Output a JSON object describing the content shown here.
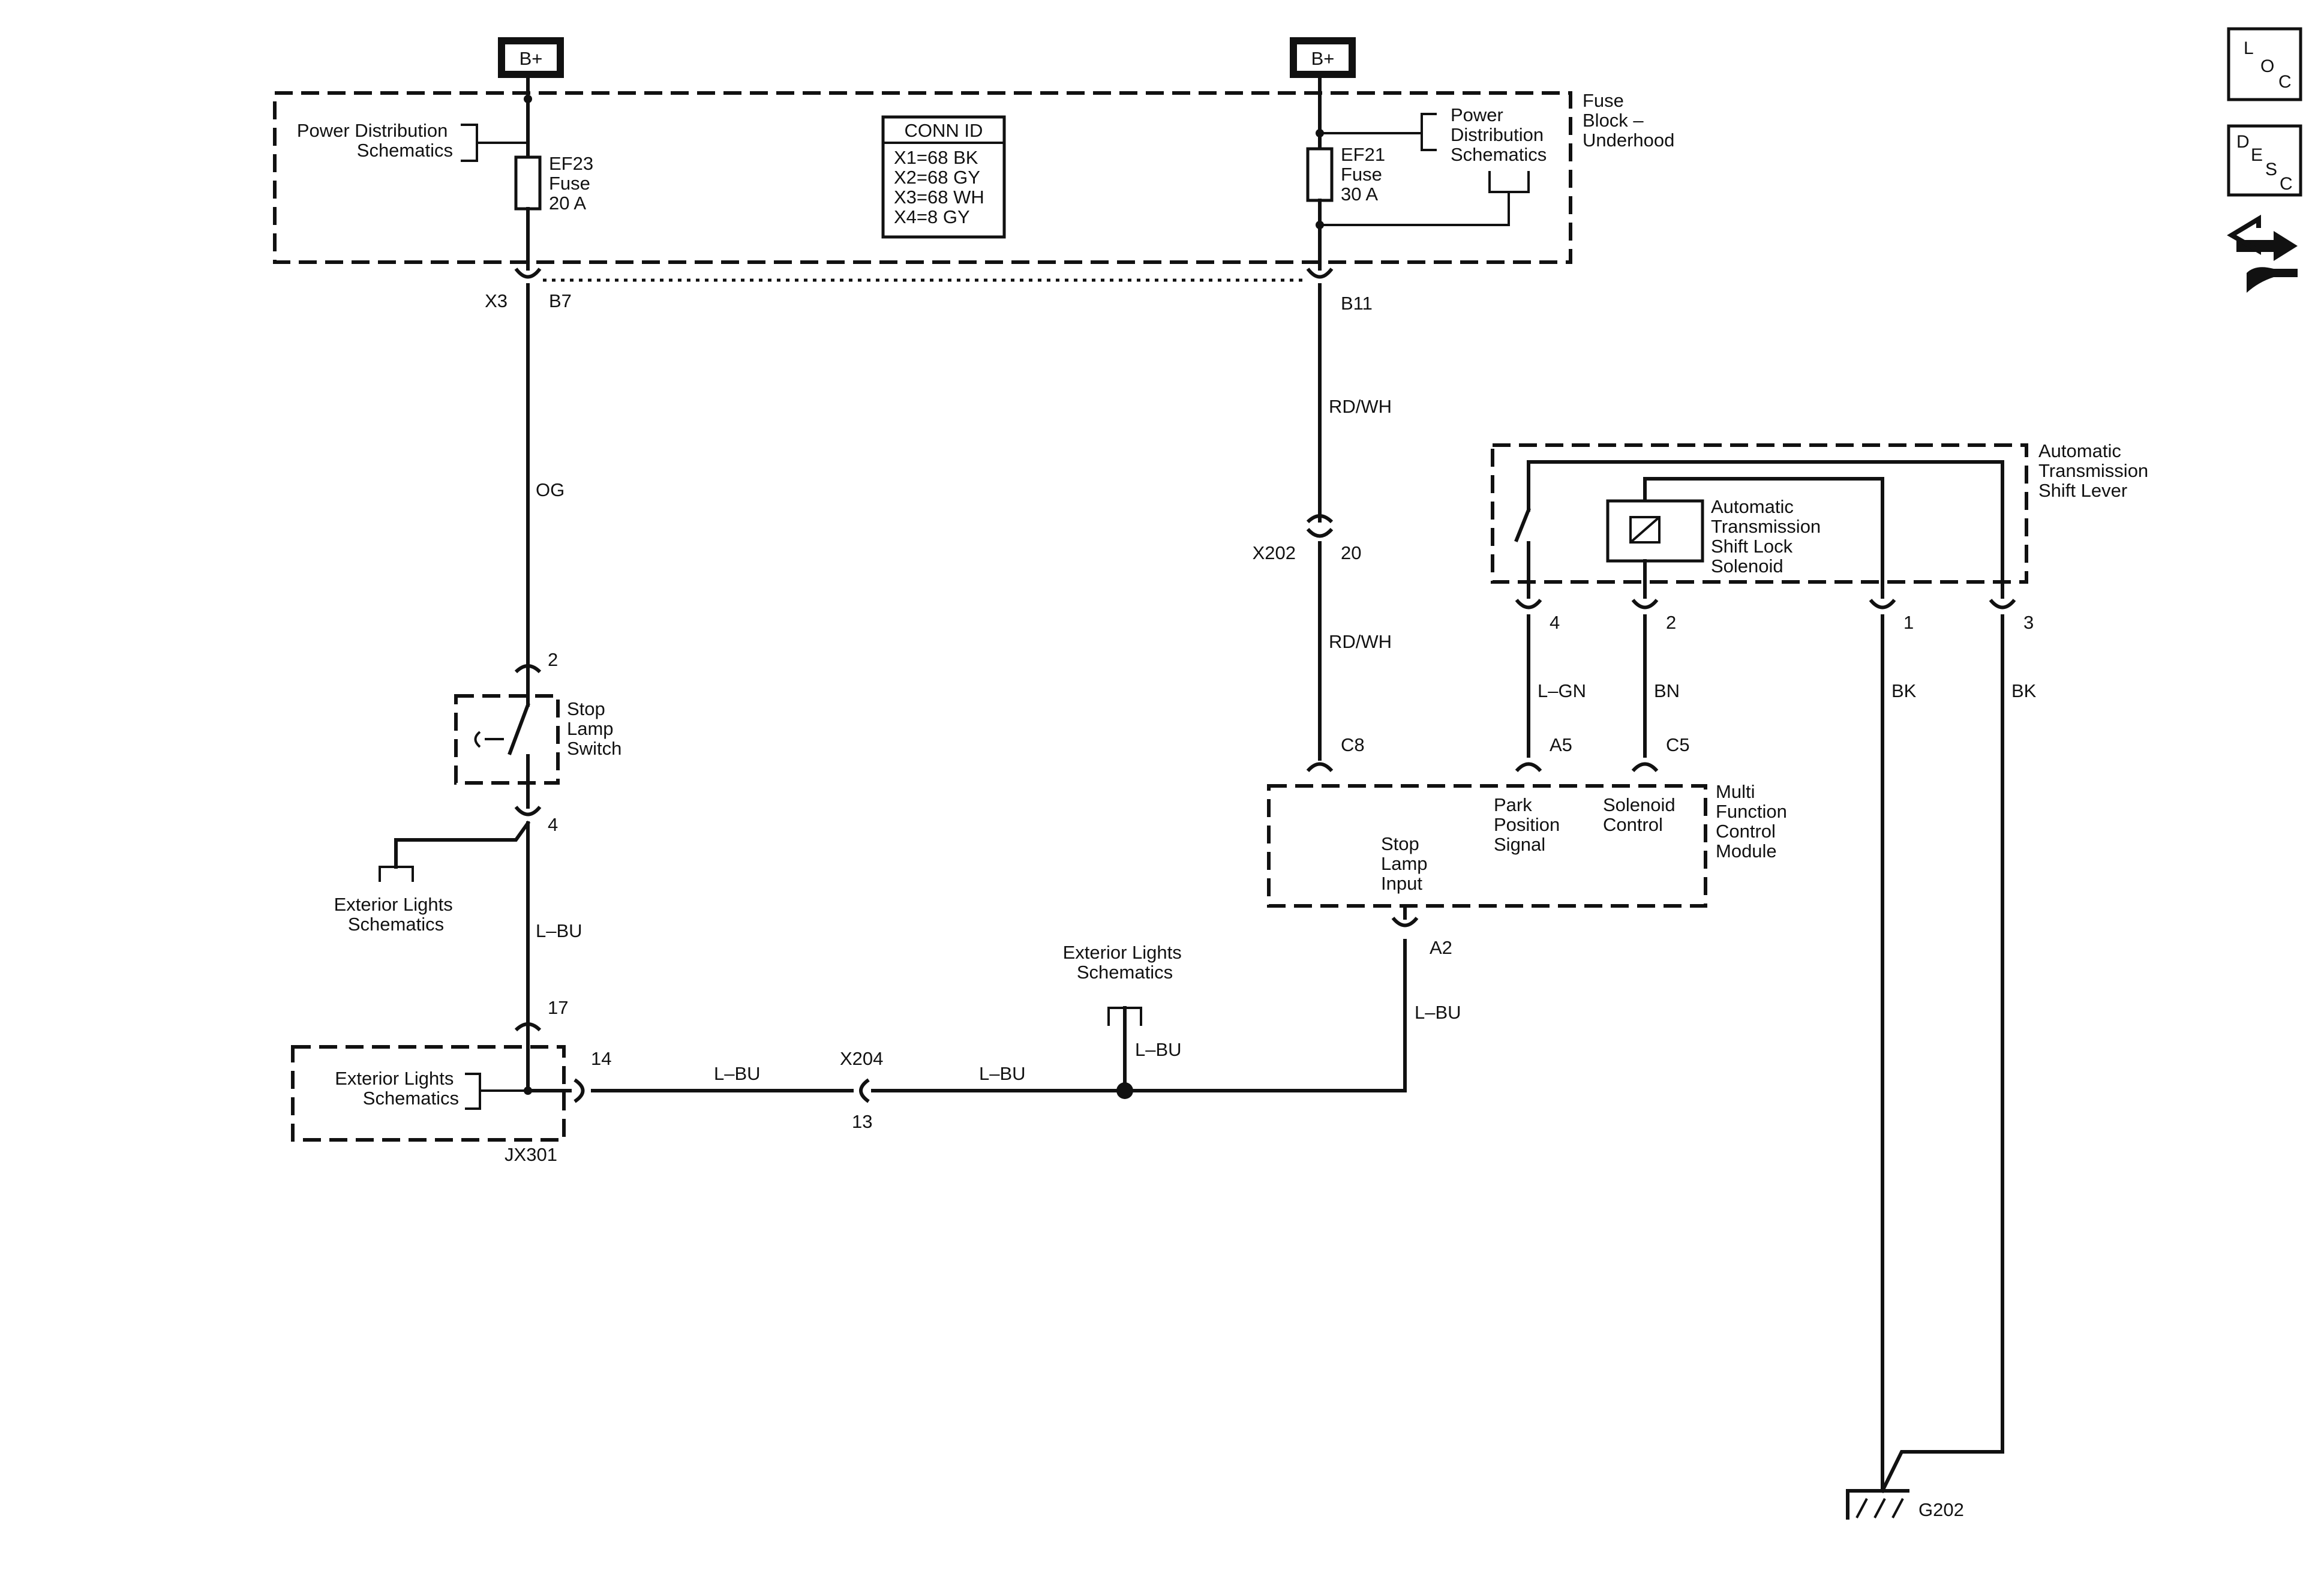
{
  "bplus": [
    "B+",
    "B+"
  ],
  "fuse_block": {
    "title": [
      "Fuse",
      "Block –",
      "Underhood"
    ],
    "left_ref": [
      "Power Distribution",
      "Schematics"
    ],
    "right_ref": [
      "Power",
      "Distribution",
      "Schematics"
    ],
    "fuse_left": [
      "EF23",
      "Fuse",
      "20 A"
    ],
    "fuse_right": [
      "EF21",
      "Fuse",
      "30 A"
    ],
    "conn_id": {
      "title": "CONN ID",
      "lines": [
        "X1=68 BK",
        "X2=68 GY",
        "X3=68 WH",
        "X4=8 GY"
      ]
    }
  },
  "pins": {
    "x3": "X3",
    "b7": "B7",
    "b11": "B11",
    "x202": "X202",
    "p20": "20",
    "p2": "2",
    "p4": "4",
    "p17": "17",
    "p14": "14",
    "jx301": "JX301",
    "x204": "X204",
    "p13": "13",
    "c8": "C8",
    "a5": "A5",
    "c5": "C5",
    "a2": "A2",
    "sl4": "4",
    "sl2": "2",
    "sl1": "1",
    "sl3": "3",
    "g202": "G202"
  },
  "wires": {
    "og": "OG",
    "rdwh1": "RD/WH",
    "rdwh2": "RD/WH",
    "lbu1": "L–BU",
    "lbu2": "L–BU",
    "lbu3": "L–BU",
    "lbu4": "L–BU",
    "lbu5": "L–BU",
    "lgn": "L–GN",
    "bn": "BN",
    "bk1": "BK",
    "bk2": "BK"
  },
  "stop_switch": [
    "Stop",
    "Lamp",
    "Switch"
  ],
  "ext_lights_1": [
    "Exterior Lights",
    "Schematics"
  ],
  "ext_lights_2": [
    "Exterior Lights",
    "Schematics"
  ],
  "ext_lights_3": [
    "Exterior Lights",
    "Schematics"
  ],
  "mfcm": {
    "title": [
      "Multi",
      "Function",
      "Control",
      "Module"
    ],
    "stop_input": [
      "Stop",
      "Lamp",
      "Input"
    ],
    "park_signal": [
      "Park",
      "Position",
      "Signal"
    ],
    "solenoid_control": [
      "Solenoid",
      "Control"
    ]
  },
  "shift_lever": {
    "title": [
      "Automatic",
      "Transmission",
      "Shift Lever"
    ],
    "solenoid": [
      "Automatic",
      "Transmission",
      "Shift Lock",
      "Solenoid"
    ]
  },
  "side_icons": {
    "loc": [
      "L",
      "O",
      "C"
    ],
    "desc": [
      "D",
      "E",
      "S",
      "C"
    ]
  }
}
